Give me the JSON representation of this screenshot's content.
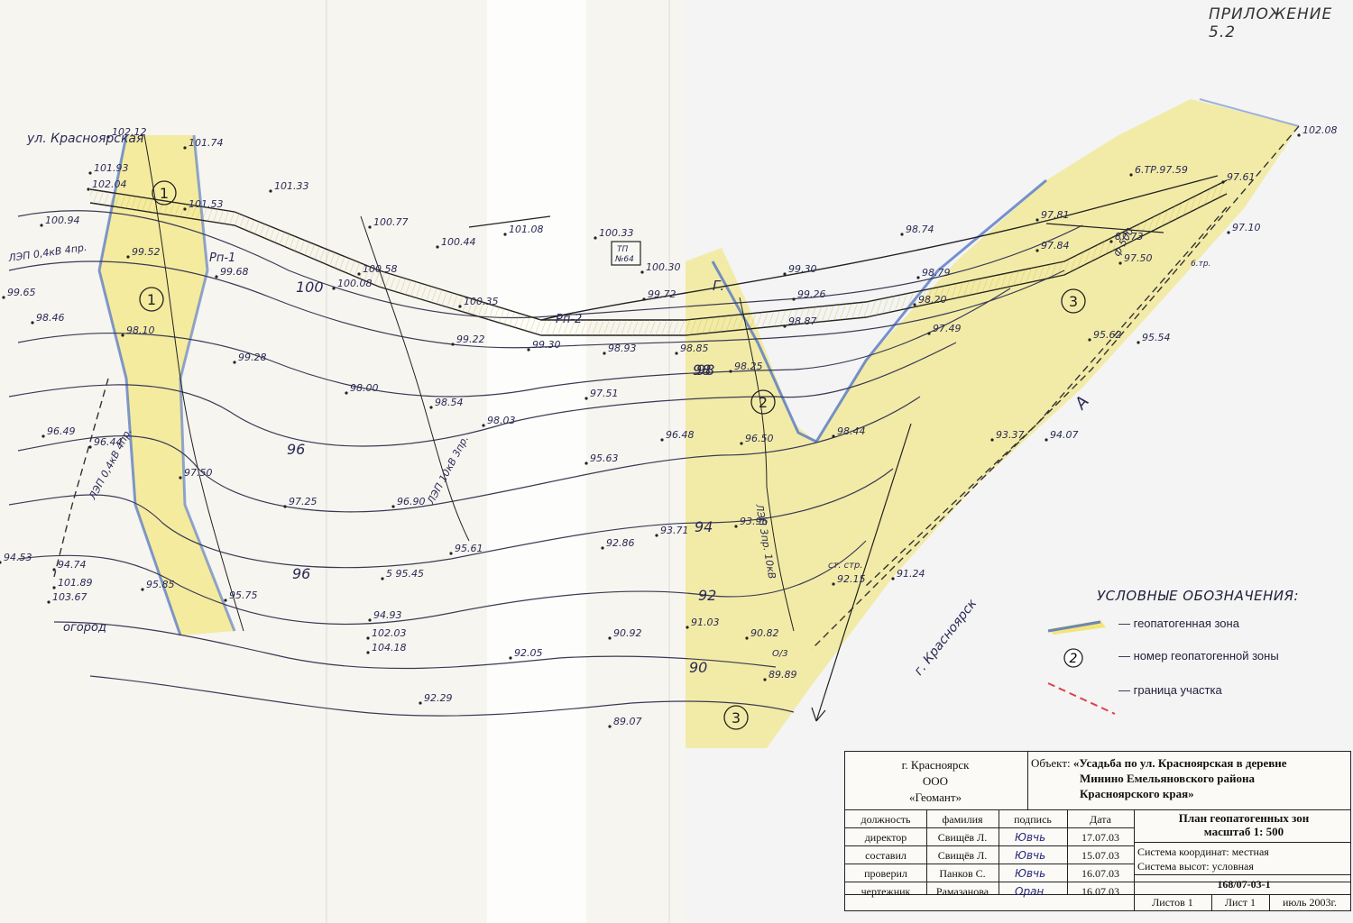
{
  "appendix_label": "ПРИЛОЖЕНИЕ 5.2",
  "map": {
    "street_label": "ул. Красноярская",
    "city_direction_label": "г. Красноярск",
    "garden_label": "огород",
    "substation_label_1": "ТП",
    "substation_label_2": "№64",
    "rp1_label": "Рп-1",
    "rp2_label": "Рп-2",
    "zone_letter_g": "Г.",
    "zone_letter_a": "А",
    "power_line_1": "ЛЭП 0,4кВ 4пр.",
    "power_line_2": "ЛЭП 0,4кВ 4пр.",
    "power_line_3": "ЛЭП 10кВ 3пр.",
    "power_line_4": "ЛЭП 3пр. 10кВ",
    "pipe_label": "ф 500",
    "well_label": "ст. стр.",
    "obj_label": "О/3",
    "pole_label": "6.тр.",
    "contour_labels": [
      {
        "v": "100"
      },
      {
        "v": "98"
      },
      {
        "v": "98"
      },
      {
        "v": "96"
      },
      {
        "v": "96"
      },
      {
        "v": "94"
      },
      {
        "v": "92"
      },
      {
        "v": "90"
      }
    ],
    "zone_numbers": [
      "1",
      "1",
      "2",
      "3",
      "3"
    ],
    "elevations": [
      "102.12",
      "101.74",
      "101.93",
      "102.04",
      "101.33",
      "101.53",
      "100.94",
      "100.77",
      "101.08",
      "100.33",
      "99.52",
      "99.68",
      "100.44",
      "100.58",
      "99.65",
      "100.35",
      "98.46",
      "98.10",
      "99.28",
      "98.00",
      "98.54",
      "98.03",
      "99.22",
      "99.30",
      "98.93",
      "98.85",
      "98.25",
      "97.51",
      "96.49",
      "96.44",
      "97.50",
      "97.25",
      "96.90",
      "96.48",
      "95.63",
      "94.53",
      "94.74",
      "95.85",
      "95.75",
      "95.61",
      "92.86",
      "93.71",
      "93.96",
      "94.93",
      "102.03",
      "104.18",
      "92.05",
      "92.29",
      "90.92",
      "91.03",
      "90.82",
      "89.89",
      "89.07",
      "99.30",
      "98.74",
      "97.81",
      "97.61",
      "102.08",
      "97.10",
      "97.84",
      "98.79",
      "99.26",
      "98.87",
      "98.20",
      "97.49",
      "95.62",
      "95.54",
      "93.37",
      "94.07",
      "96.50",
      "98.44",
      "92.15",
      "91.24",
      "101.89",
      "103.67",
      "99.72",
      "6.ТР.97.59",
      "87.73",
      "97.50",
      "100.30",
      "100.08",
      "5 95.45"
    ]
  },
  "legend": {
    "title": "УСЛОВНЫЕ ОБОЗНАЧЕНИЯ:",
    "items": [
      {
        "text": "— геопатогенная зона"
      },
      {
        "number": "2",
        "text": "— номер геопатогенной зоны"
      },
      {
        "text": "— граница участка"
      }
    ]
  },
  "title_block": {
    "city": "г. Красноярск",
    "company_type": "ООО",
    "company_name": "«Геомант»",
    "object_label": "Объект:",
    "object_value_1": "«Усадьба по ул. Красноярская в деревне",
    "object_value_2": "Минино Емельяновского района",
    "object_value_3": "Красноярского края»",
    "headers": {
      "position": "должность",
      "surname": "фамилия",
      "signature": "подпись",
      "date": "Дата"
    },
    "rows": [
      {
        "position": "директор",
        "surname": "Свищёв Л.",
        "sign": "Ювчь",
        "date": "17.07.03"
      },
      {
        "position": "составил",
        "surname": "Свищёв Л.",
        "sign": "Ювчь",
        "date": "15.07.03"
      },
      {
        "position": "проверил",
        "surname": "Панков С.",
        "sign": "Ювчь",
        "date": "16.07.03"
      },
      {
        "position": "чертежник",
        "surname": "Рамазанова",
        "sign": "Оран",
        "date": "16.07.03"
      }
    ],
    "plan_title_1": "План геопатогенных зон",
    "plan_title_2": "масштаб 1: 500",
    "coord_system": "Система координат: местная",
    "height_system": "Система высот:   условная",
    "drawing_code": "168/07-03-1",
    "sheets": "Листов 1",
    "sheet": "Лист 1",
    "date": "июль 2003г."
  },
  "colors": {
    "zone_fill": "#f2e15c",
    "zone_edge": "#4a6fc4",
    "boundary": "#e0404a",
    "ink": "#2a2a55"
  }
}
